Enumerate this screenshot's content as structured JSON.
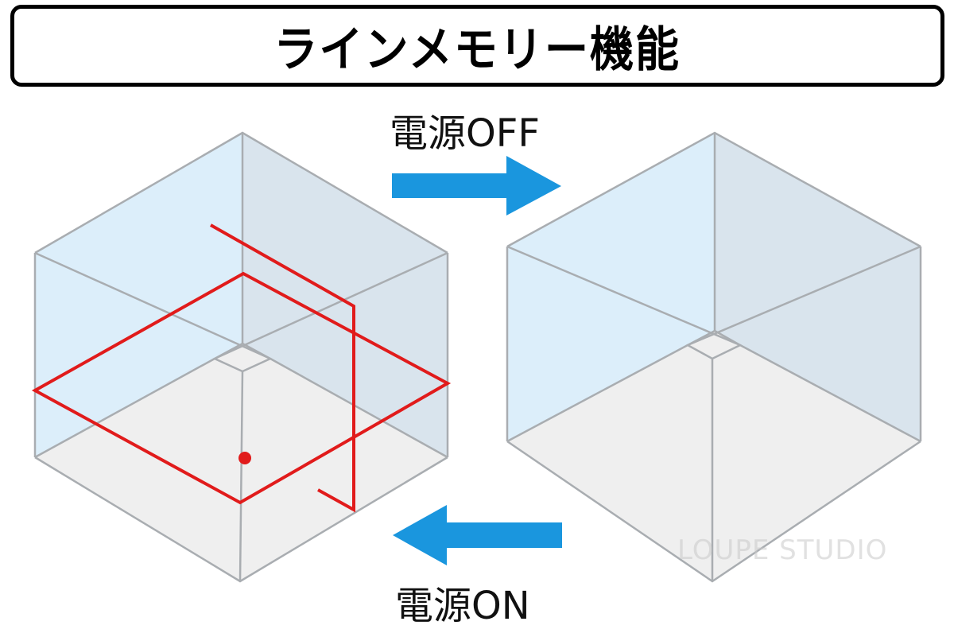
{
  "title": "ラインメモリー機能",
  "labels": {
    "power_off": "電源OFF",
    "power_on": "電源ON"
  },
  "watermark": "LOUPE STUDIO",
  "colors": {
    "arrow": "#1a96de",
    "laser": "#e11b1b",
    "edge": "#a9adb1",
    "face_left": "#dceefa",
    "face_right": "#d9e4ed",
    "face_floor": "#efefef"
  },
  "panels": [
    {
      "name": "laser-on-cube",
      "state": "lines projected",
      "laser_lines": [
        "horizontal",
        "vertical",
        "plumb-dot"
      ]
    },
    {
      "name": "laser-off-cube",
      "state": "no lines"
    }
  ],
  "arrows": [
    {
      "direction": "right",
      "meaning": "電源OFF"
    },
    {
      "direction": "left",
      "meaning": "電源ON"
    }
  ]
}
